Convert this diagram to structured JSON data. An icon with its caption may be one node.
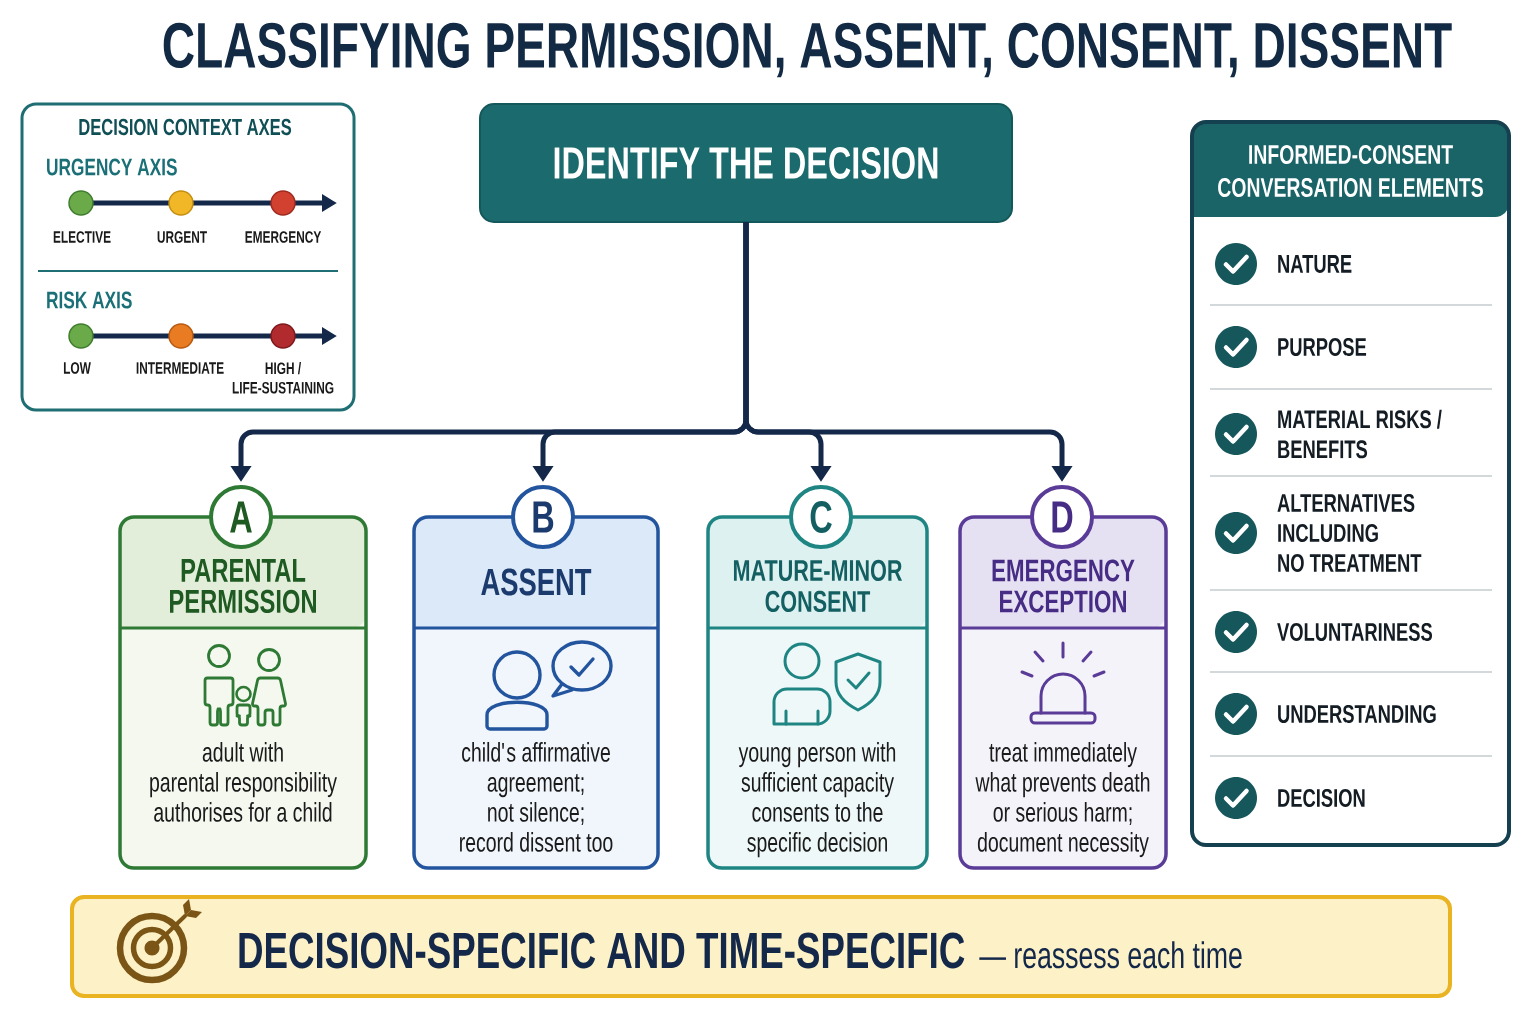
{
  "diagram": {
    "title": "CLASSIFYING PERMISSION, ASSENT, CONSENT, DISSENT",
    "nodes": [
      {
        "text": [
          "DECISION CONTEXT AXES",
          "URGENCY AXIS",
          "ELECTIVE",
          "URGENT",
          "EMERGENCY",
          "RISK AXIS",
          "LOW",
          "INTERMEDIATE",
          "HIGH / LIFE-SUSTAINING"
        ]
      },
      {
        "text": [
          "IDENTIFY THE DECISION"
        ]
      },
      {
        "text": [
          "INFORMED-CONSENT CONVERSATION ELEMENTS",
          "NATURE",
          "PURPOSE",
          "MATERIAL RISKS / BENEFITS",
          "ALTERNATIVES INCLUDING NO TREATMENT",
          "VOLUNTARINESS",
          "UNDERSTANDING",
          "DECISION"
        ]
      },
      {
        "text": [
          "A"
        ]
      },
      {
        "text": [
          "PARENTAL PERMISSION",
          "adult with parental responsibility authorises for a child"
        ]
      },
      {
        "text": [
          "B"
        ]
      },
      {
        "text": [
          "ASSENT",
          "child's affirmative agreement; not silence; record dissent too"
        ]
      },
      {
        "text": [
          "C"
        ]
      },
      {
        "text": [
          "MATURE-MINOR CONSENT",
          "young person with sufficient capacity consents to the specific decision"
        ]
      },
      {
        "text": [
          "D"
        ]
      },
      {
        "text": [
          "EMERGENCY EXCEPTION",
          "treat immediately what prevents death or serious harm; document necessity"
        ]
      },
      {
        "text": [
          "DECISION-SPECIFIC AND TIME-SPECIFIC",
          "— reassess each time"
        ]
      }
    ],
    "edges": [
      {
        "from": 1,
        "to": 3,
        "arrow": "to"
      },
      {
        "from": 1,
        "to": 5,
        "arrow": "to"
      },
      {
        "from": 1,
        "to": 7,
        "arrow": "to"
      },
      {
        "from": 1,
        "to": 9,
        "arrow": "to"
      }
    ]
  }
}
